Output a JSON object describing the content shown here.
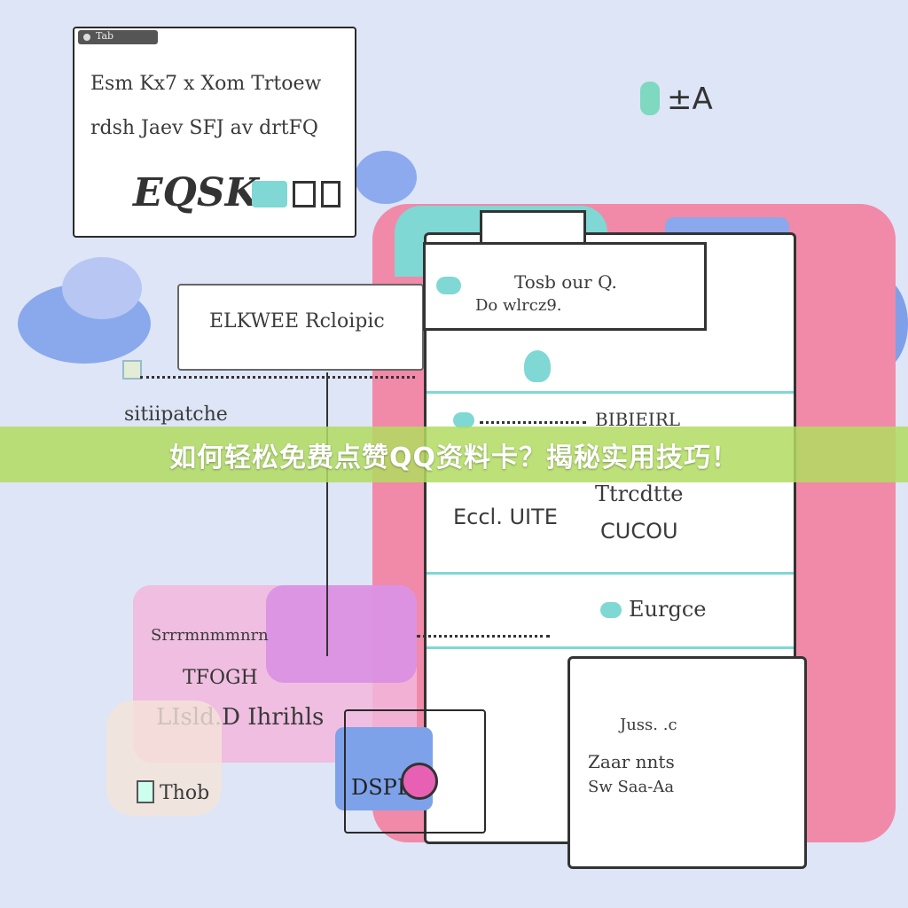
{
  "banner": {
    "title": "如何轻松免费点赞QQ资料卡？揭秘实用技巧！"
  },
  "note_card": {
    "tab_label": "Tab",
    "line1": "Esm Kx7 x Xom Trtoew",
    "line2": "rdsh Jaev SFJ av drtFQ",
    "big_text": "EQSK"
  },
  "top_right_badge": "±A",
  "label_card": {
    "text": "ELKWEE Rcloipic"
  },
  "left_caption": "sitiipatche",
  "phone_header": {
    "line1": "Tosb our Q.",
    "line2": "Do wlrcz9."
  },
  "phone_rows": [
    {
      "left": "",
      "right": "BIBIEIRL"
    },
    {
      "left": "Eccl. UITE",
      "right": "Ttrcdtte"
    },
    {
      "left": "",
      "right": "CUCOU"
    },
    {
      "left": "",
      "right": "Eurgce"
    }
  ],
  "pink_panel": {
    "line1": "Srrrmnmmnrn",
    "line2": "TFOGH",
    "line3": "LIsld.D Ihrihls"
  },
  "small_card": {
    "text": "DSPD"
  },
  "bottom_left_label": "Thob",
  "phone_bottom": {
    "line1": "Juss.  .c",
    "line2": "Zaar  nnts",
    "line3": "Sw   Saa-Aa"
  },
  "colors": {
    "banner": "#b2dc60",
    "device_pink": "#f08aa8",
    "accent_teal": "#7fd8d4",
    "bubble_blue": "#7ea2ea"
  }
}
